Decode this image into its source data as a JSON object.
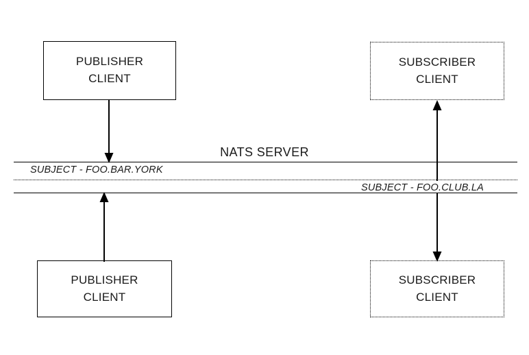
{
  "diagram": {
    "title": "NATS SERVER",
    "accent_color": "#000000",
    "background_color": "#ffffff",
    "nodes": [
      {
        "id": "publisher-top",
        "line1": "PUBLISHER",
        "line2": "CLIENT",
        "border_style": "solid",
        "position": "top-left"
      },
      {
        "id": "subscriber-top",
        "line1": "SUBSCRIBER",
        "line2": "CLIENT",
        "border_style": "dotted",
        "position": "top-right"
      },
      {
        "id": "publisher-bottom",
        "line1": "PUBLISHER",
        "line2": "CLIENT",
        "border_style": "solid",
        "position": "bottom-left"
      },
      {
        "id": "subscriber-bottom",
        "line1": "SUBSCRIBER",
        "line2": "CLIENT",
        "border_style": "dotted",
        "position": "bottom-right"
      }
    ],
    "channels": [
      {
        "id": "channel-upper",
        "label": "SUBJECT - FOO.BAR.YORK",
        "align": "left"
      },
      {
        "id": "channel-lower",
        "label": "SUBJECT - FOO.CLUB.LA",
        "align": "right"
      }
    ],
    "connectors": [
      {
        "id": "publisher-top-to-server",
        "from": "publisher-top",
        "to": "channel-upper",
        "direction": "down"
      },
      {
        "id": "server-to-subscriber-top",
        "from": "channel-upper",
        "to": "subscriber-top",
        "direction": "up"
      },
      {
        "id": "publisher-bottom-to-server",
        "from": "publisher-bottom",
        "to": "channel-lower",
        "direction": "up"
      },
      {
        "id": "server-to-subscriber-bottom",
        "from": "channel-lower",
        "to": "subscriber-bottom",
        "direction": "down"
      }
    ]
  }
}
